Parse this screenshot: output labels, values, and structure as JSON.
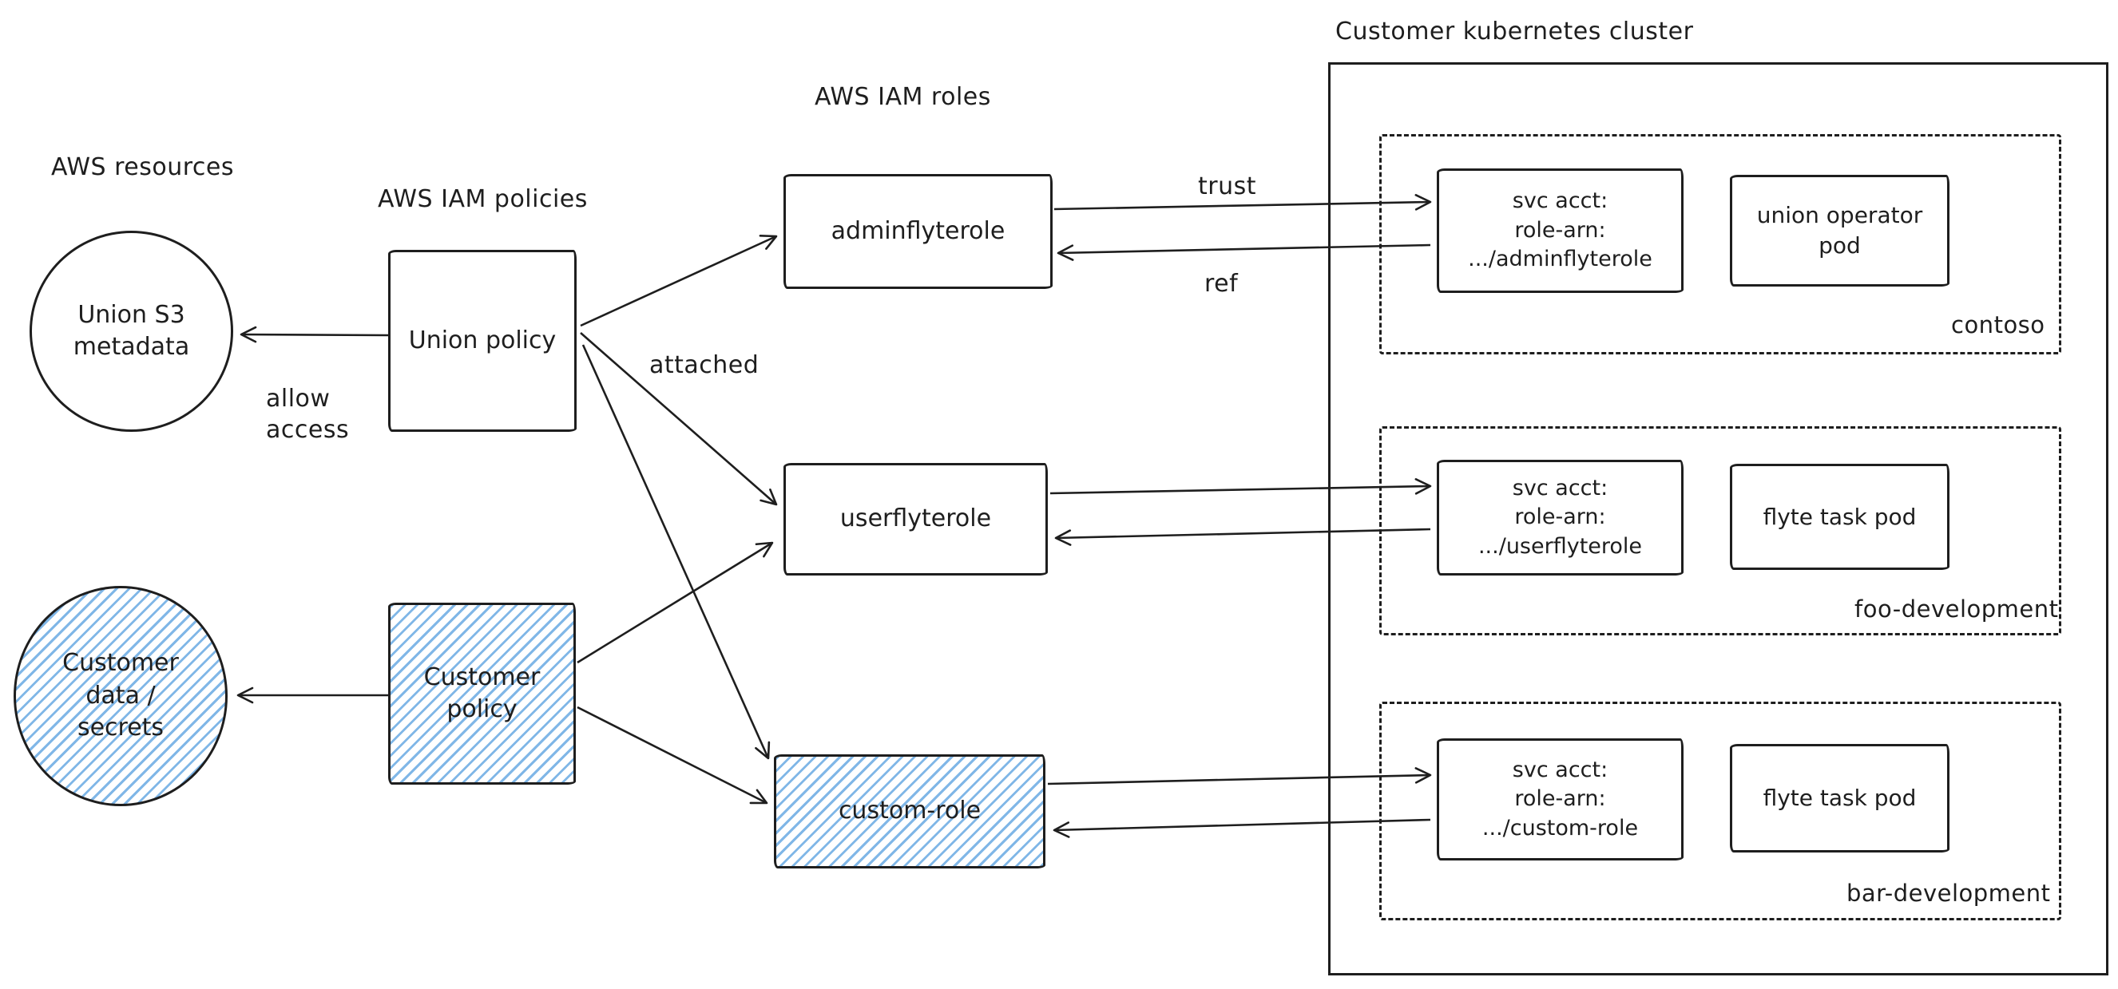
{
  "labels": {
    "aws_resources": "AWS resources",
    "aws_iam_policies": "AWS IAM policies",
    "aws_iam_roles": "AWS IAM roles",
    "cluster_title": "Customer kubernetes cluster",
    "allow_access": "allow\naccess",
    "attached": "attached",
    "trust": "trust",
    "ref": "ref"
  },
  "nodes": {
    "union_s3": "Union S3\nmetadata",
    "customer_data": "Customer\ndata /\nsecrets",
    "union_policy": "Union policy",
    "customer_policy": "Customer\npolicy",
    "adminflyterole": "adminflyterole",
    "userflyterole": "userflyterole",
    "custom_role": "custom-role"
  },
  "namespaces": [
    {
      "name": "contoso",
      "svc_acct": "svc acct:\nrole-arn:\n.../adminflyterole",
      "pod": "union operator\npod"
    },
    {
      "name": "foo-development",
      "svc_acct": "svc acct:\nrole-arn:\n.../userflyterole",
      "pod": "flyte task pod"
    },
    {
      "name": "bar-development",
      "svc_acct": "svc acct:\nrole-arn:\n.../custom-role",
      "pod": "flyte task pod"
    }
  ],
  "colors": {
    "stroke": "#1e1e1e",
    "hatch_blue": "#6aaae3"
  }
}
